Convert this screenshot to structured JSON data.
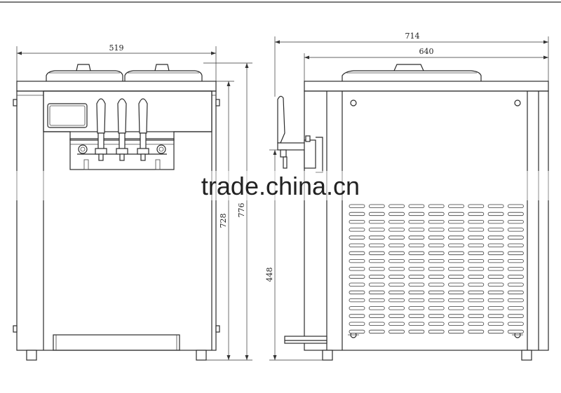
{
  "dimensions": {
    "front_width": "519",
    "front_height_body": "728",
    "front_height_total": "776",
    "side_width_total": "714",
    "side_width_body": "640",
    "side_spout_height": "448"
  },
  "watermark": {
    "text": "trade.china.cn",
    "color": "#b8b8b8"
  },
  "views": {
    "front": {
      "dispensing_handles": 3
    },
    "side": {
      "vent_rows": 17,
      "vent_columns": 9
    }
  }
}
